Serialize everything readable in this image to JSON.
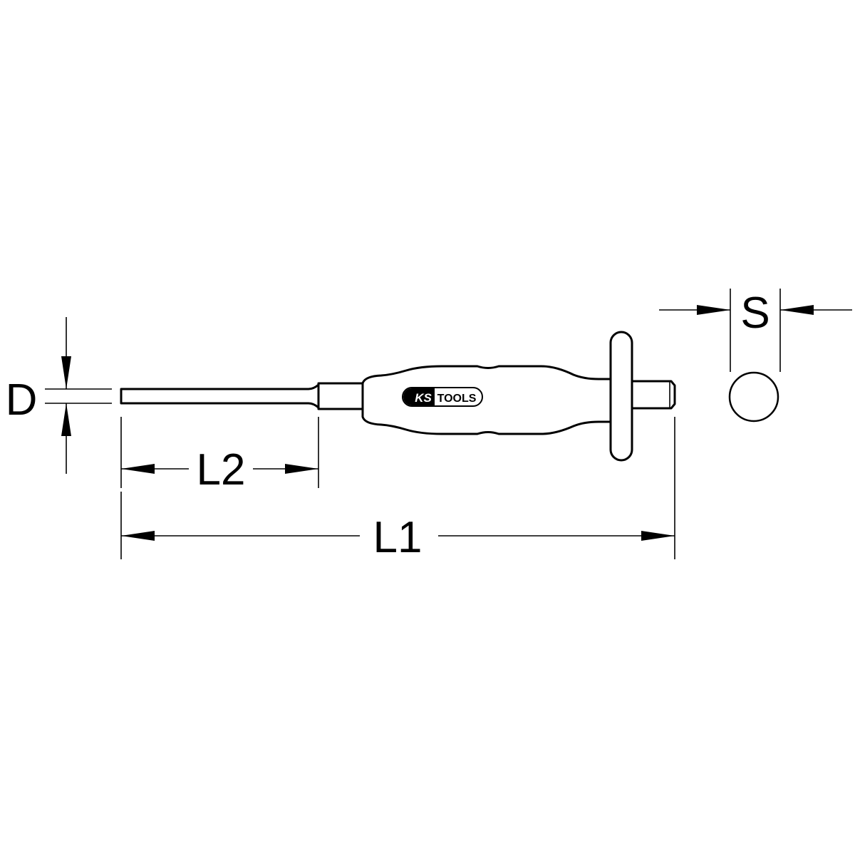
{
  "labels": {
    "d": "D",
    "l1": "L1",
    "l2": "L2",
    "s": "S"
  },
  "logo": {
    "brand": "KS",
    "text": "TOOLS"
  },
  "colors": {
    "line": "#000000",
    "background": "#ffffff"
  }
}
